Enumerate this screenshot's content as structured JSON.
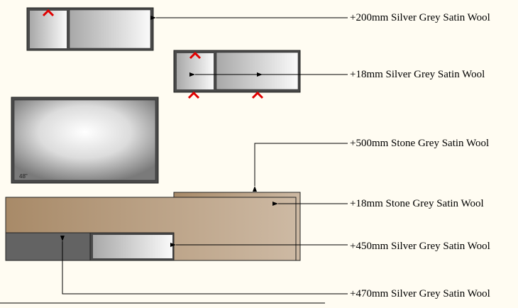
{
  "labels": [
    "+200mm Silver Grey Satin Wool",
    "+18mm Silver Grey Satin Wool",
    "+500mm Stone Grey Satin Wool",
    "+18mm Stone Grey Satin Wool",
    "+450mm Silver Grey Satin Wool",
    "+470mm Silver Grey Satin Wool"
  ],
  "tv_size": "48\"",
  "colors": {
    "background": "#fffcf2",
    "frame": "#4a4a4a",
    "stone_dark": "#a88a68",
    "stone_light": "#cdb9a3",
    "dark_panel": "#636363",
    "marker": "#e00000"
  }
}
